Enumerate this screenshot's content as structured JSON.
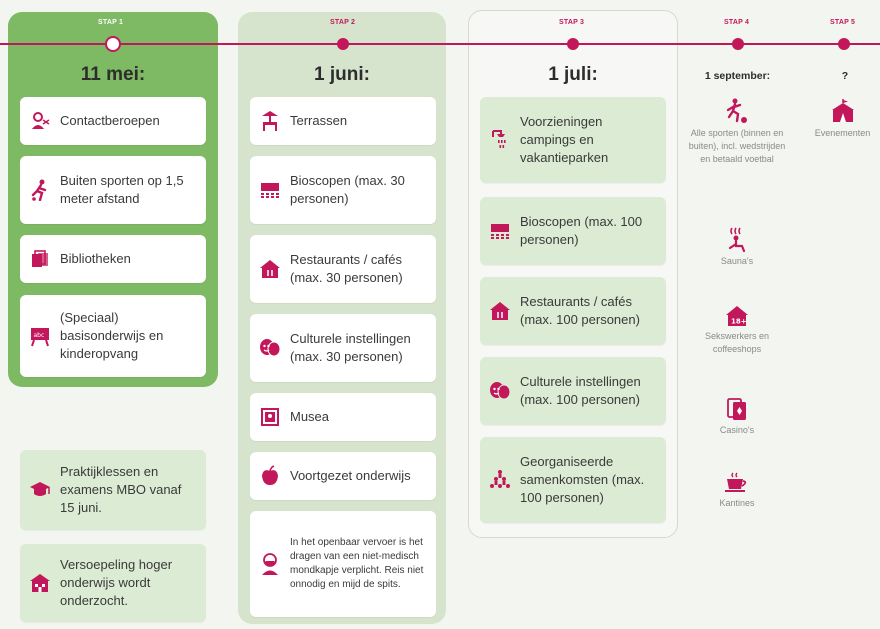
{
  "steps": {
    "s1": {
      "label": "STAP 1",
      "date": "11 mei:"
    },
    "s2": {
      "label": "STAP 2",
      "date": "1 juni:"
    },
    "s3": {
      "label": "STAP 3",
      "date": "1 juli:"
    },
    "s4": {
      "label": "STAP 4",
      "date": "1 september:"
    },
    "s5": {
      "label": "STAP 5",
      "date": "?"
    }
  },
  "col1": [
    {
      "text": "Contactberoepen",
      "icon": "hairdresser-icon"
    },
    {
      "text": "Buiten sporten op 1,5 meter afstand",
      "icon": "running-icon"
    },
    {
      "text": "Bibliotheken",
      "icon": "books-icon"
    },
    {
      "text": "(Speciaal) basisonderwijs en kinderopvang",
      "icon": "chalkboard-icon"
    }
  ],
  "col1_extra": [
    {
      "text": "Praktijklessen en examens MBO vanaf 15 juni.",
      "icon": "graduation-cap-icon"
    },
    {
      "text": "Versoepeling hoger onderwijs wordt onderzocht.",
      "icon": "school-building-icon"
    }
  ],
  "col2": [
    {
      "text": "Terrassen",
      "icon": "terrace-icon"
    },
    {
      "text": "Bioscopen (max. 30 personen)",
      "icon": "cinema-icon"
    },
    {
      "text": "Restaurants / cafés (max. 30 personen)",
      "icon": "restaurant-icon"
    },
    {
      "text": "Culturele instellingen (max. 30 personen)",
      "icon": "theater-masks-icon"
    },
    {
      "text": "Musea",
      "icon": "museum-icon"
    },
    {
      "text": "Voortgezet onderwijs",
      "icon": "apple-icon"
    },
    {
      "text": "In het openbaar vervoer is het dragen van een niet-medisch mondkapje verplicht. Reis niet onnodig en mijd de spits.",
      "icon": "mask-person-icon"
    }
  ],
  "col3": [
    {
      "text": "Voorzieningen campings en vakantieparken",
      "icon": "shower-icon"
    },
    {
      "text": "Bioscopen (max. 100 personen)",
      "icon": "cinema-icon"
    },
    {
      "text": "Restaurants / cafés (max. 100 personen)",
      "icon": "restaurant-icon"
    },
    {
      "text": "Culturele instellingen (max. 100 personen)",
      "icon": "theater-masks-icon"
    },
    {
      "text": "Georganiseerde samenkomsten (max. 100 personen)",
      "icon": "gathering-icon"
    }
  ],
  "col4": [
    {
      "text": "Alle sporten (binnen en buiten), incl. wedstrijden en betaald voetbal",
      "icon": "soccer-player-icon"
    },
    {
      "text": "Sauna's",
      "icon": "sauna-icon"
    },
    {
      "text": "Sekswerkers en coffeeshops",
      "icon": "18-plus-house-icon"
    },
    {
      "text": "Casino's",
      "icon": "playing-cards-icon"
    },
    {
      "text": "Kantines",
      "icon": "coffee-cup-icon"
    }
  ],
  "col5": [
    {
      "text": "Evenementen",
      "icon": "circus-tent-icon"
    }
  ],
  "colors": {
    "accent": "#c2185b",
    "green": "#7eb963",
    "light_green": "#d7e4cd"
  }
}
